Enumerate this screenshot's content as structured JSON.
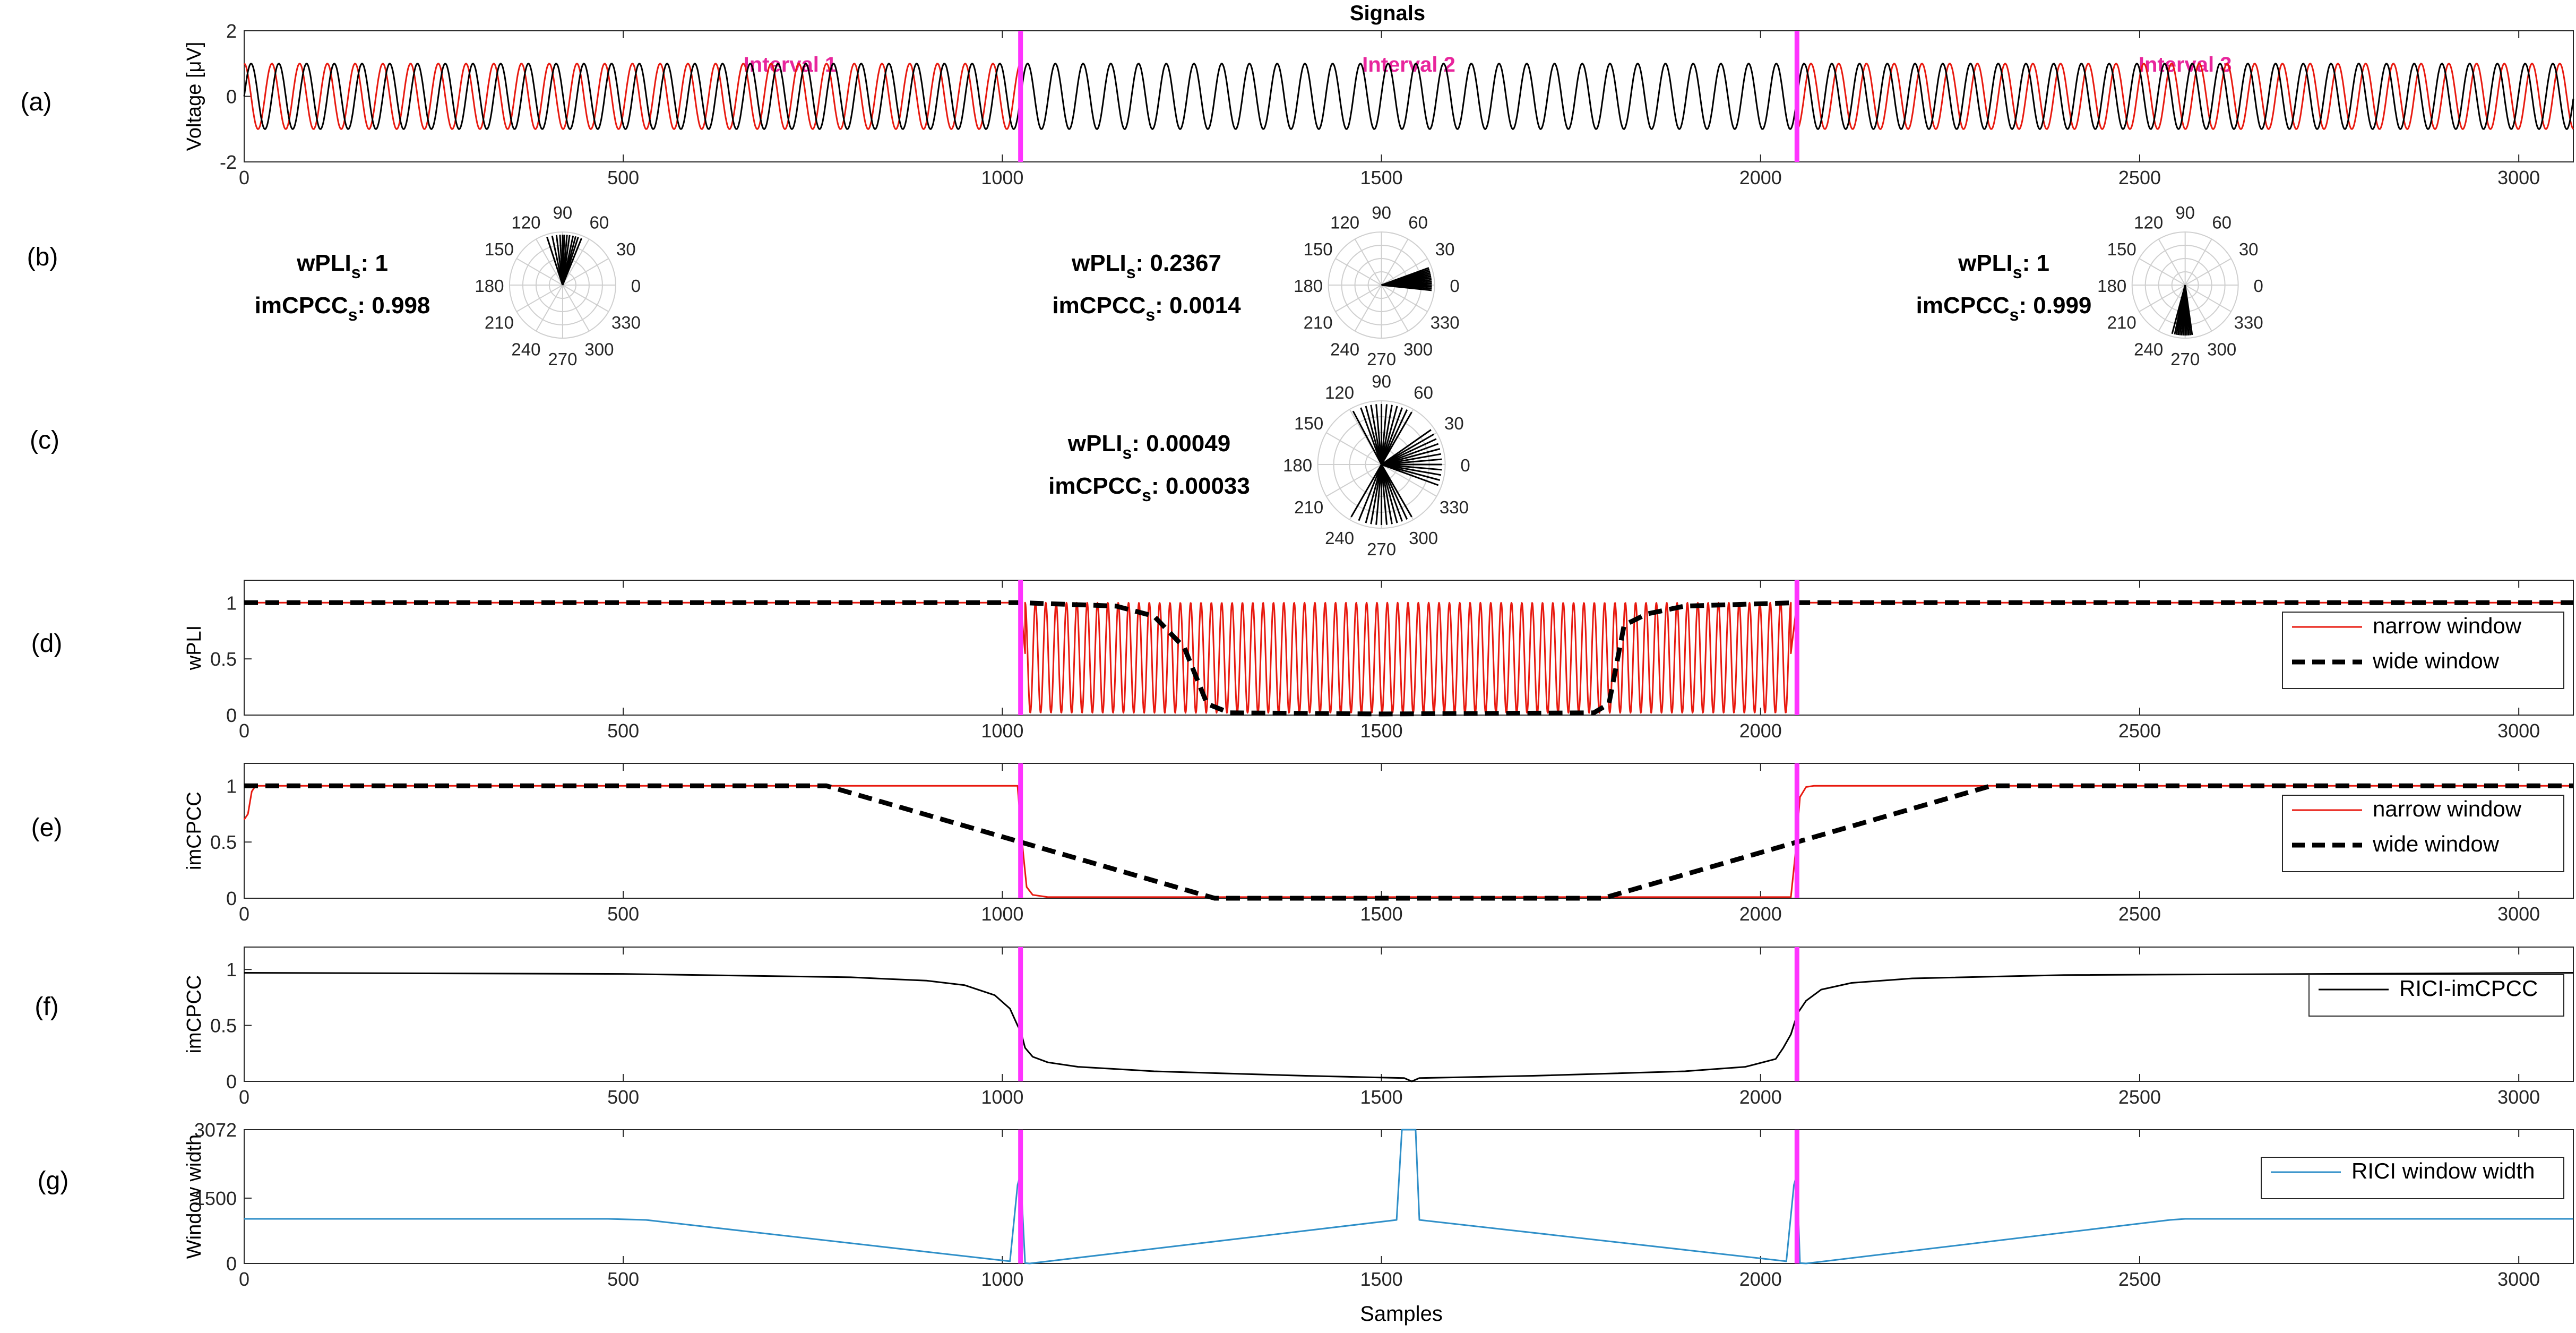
{
  "figure_title": "Signals",
  "panel_labels": [
    "(a)",
    "(b)",
    "(c)",
    "(d)",
    "(e)",
    "(f)",
    "(g)"
  ],
  "common_xlabel": "Samples",
  "colors": {
    "boundary": "#ff33ff",
    "interval_text": "#e8259c",
    "red": "#e8190f",
    "black": "#000000",
    "blue": "#2f8fc8"
  },
  "intervals": [
    {
      "label": "Interval 1",
      "center": 720
    },
    {
      "label": "Interval 2",
      "center": 1536
    },
    {
      "label": "Interval 3",
      "center": 2560
    }
  ],
  "boundaries": [
    1024,
    2048
  ],
  "stats_b": [
    {
      "wpli_label": "wPLI",
      "sub": "s",
      "wpli_value": ": 1",
      "cpcc_label": "imCPCC",
      "cpcc_value": ": 0.998"
    },
    {
      "wpli_label": "wPLI",
      "sub": "s",
      "wpli_value": ": 0.2367",
      "cpcc_label": "imCPCC",
      "cpcc_value": ": 0.0014"
    },
    {
      "wpli_label": "wPLI",
      "sub": "s",
      "wpli_value": ": 1",
      "cpcc_label": "imCPCC",
      "cpcc_value": ": 0.999"
    }
  ],
  "stats_c": {
    "wpli_label": "wPLI",
    "sub": "s",
    "wpli_value": ": 0.00049",
    "cpcc_label": "imCPCC",
    "cpcc_value": ": 0.00033"
  },
  "polar_angle_labels": [
    "0",
    "30",
    "60",
    "90",
    "120",
    "150",
    "180",
    "210",
    "240",
    "270",
    "300",
    "330"
  ],
  "chart_data": [
    {
      "id": "a",
      "type": "line",
      "xlim": [
        0,
        3072
      ],
      "ylim": [
        -2,
        2
      ],
      "xticks": [
        "0",
        "500",
        "1000",
        "1500",
        "2000",
        "2500",
        "3000"
      ],
      "yticks": [
        "-2",
        "0",
        "2"
      ],
      "ylabel": "Voltage [μV]",
      "series": [
        {
          "color": "#000000",
          "amplitude": 1,
          "periods_per_sample": 0.02734,
          "phase_deg": 0
        },
        {
          "color": "#e8190f",
          "amplitude": 1,
          "periods_per_sample": 0.02734,
          "phase_shift_deg": [
            90,
            null,
            270
          ]
        }
      ]
    },
    {
      "id": "b",
      "type": "polar",
      "plots": [
        {
          "center_sample": 420,
          "angles_deg": [
            68,
            72,
            75,
            78,
            82,
            85,
            88,
            90,
            93,
            97,
            102,
            108
          ]
        },
        {
          "center_sample": 1500,
          "angles_deg": [
            -6,
            -4,
            -2,
            0,
            2,
            4,
            6,
            8,
            10,
            12,
            14,
            16,
            18,
            20
          ]
        },
        {
          "center_sample": 2560,
          "angles_deg": [
            -82,
            -84,
            -86,
            -88,
            -90,
            -92,
            -94,
            -96,
            -98,
            -100,
            -102,
            -105
          ]
        }
      ]
    },
    {
      "id": "c",
      "type": "polar",
      "plots": [
        {
          "center_sample": 1500,
          "angles_deg": [
            -120,
            -112,
            -105,
            -100,
            -95,
            -90,
            -85,
            -80,
            -75,
            -70,
            -65,
            -60,
            -20,
            -15,
            -10,
            -5,
            0,
            5,
            10,
            15,
            20,
            25,
            30,
            35,
            60,
            65,
            70,
            75,
            80,
            85,
            90,
            95,
            100,
            105,
            110,
            118
          ]
        }
      ]
    },
    {
      "id": "d",
      "type": "line",
      "xlim": [
        0,
        3072
      ],
      "ylim": [
        0,
        1.2
      ],
      "xticks": [
        "0",
        "500",
        "1000",
        "1500",
        "2000",
        "2500",
        "3000"
      ],
      "yticks": [
        "0",
        "0.5",
        "1"
      ],
      "ylabel": "wPLI",
      "legend": [
        "narrow window",
        "wide window"
      ],
      "series": [
        {
          "name": "narrow window",
          "color": "#e8190f",
          "x": [
            0,
            1024,
            1030,
            2040,
            2048,
            3072
          ],
          "y": [
            1,
            1,
            0.55,
            0.55,
            1,
            1
          ],
          "oscillation": {
            "from": 1030,
            "to": 2040,
            "low": 0.02,
            "high": 1,
            "cycles": 74
          }
        },
        {
          "name": "wide window",
          "color": "#000000",
          "dashed": true,
          "x": [
            0,
            1024,
            1150,
            1200,
            1240,
            1270,
            1300,
            1500,
            1780,
            1800,
            1820,
            1850,
            1900,
            2048,
            3072
          ],
          "y": [
            1,
            1,
            0.97,
            0.88,
            0.6,
            0.1,
            0.02,
            0.01,
            0.02,
            0.1,
            0.8,
            0.9,
            0.97,
            1,
            1
          ]
        }
      ]
    },
    {
      "id": "e",
      "type": "line",
      "xlim": [
        0,
        3072
      ],
      "ylim": [
        0,
        1.2
      ],
      "xticks": [
        "0",
        "500",
        "1000",
        "1500",
        "2000",
        "2500",
        "3000"
      ],
      "yticks": [
        "0",
        "0.5",
        "1"
      ],
      "ylabel": "imCPCC",
      "legend": [
        "narrow window",
        "wide window"
      ],
      "series": [
        {
          "name": "narrow window",
          "color": "#e8190f",
          "x": [
            0,
            5,
            10,
            15,
            25,
            1020,
            1026,
            1032,
            1040,
            1060,
            2040,
            2046,
            2052,
            2060,
            2070,
            3072
          ],
          "y": [
            0.7,
            0.75,
            0.95,
            1,
            1,
            1,
            0.5,
            0.1,
            0.03,
            0.01,
            0.01,
            0.4,
            0.9,
            0.99,
            1,
            1
          ]
        },
        {
          "name": "wide window",
          "color": "#000000",
          "dashed": true,
          "x": [
            0,
            768,
            1280,
            1792,
            2304,
            3072
          ],
          "y": [
            1,
            1,
            0,
            0,
            1,
            1
          ]
        }
      ]
    },
    {
      "id": "f",
      "type": "line",
      "xlim": [
        0,
        3072
      ],
      "ylim": [
        0,
        1.2
      ],
      "xticks": [
        "0",
        "500",
        "1000",
        "1500",
        "2000",
        "2500",
        "3000"
      ],
      "yticks": [
        "0",
        "0.5",
        "1"
      ],
      "ylabel": "imCPCC",
      "legend": [
        "RICI-imCPCC"
      ],
      "series": [
        {
          "name": "RICI-imCPCC",
          "color": "#000000",
          "x": [
            0,
            500,
            800,
            900,
            950,
            990,
            1010,
            1020,
            1024,
            1030,
            1040,
            1060,
            1100,
            1200,
            1400,
            1530,
            1540,
            1550,
            1700,
            1900,
            1980,
            2020,
            2030,
            2040,
            2046,
            2050,
            2060,
            2080,
            2120,
            2200,
            2400,
            3072
          ],
          "y": [
            0.97,
            0.96,
            0.93,
            0.9,
            0.86,
            0.77,
            0.65,
            0.5,
            0.45,
            0.3,
            0.22,
            0.17,
            0.13,
            0.09,
            0.05,
            0.03,
            0.0,
            0.03,
            0.05,
            0.09,
            0.13,
            0.2,
            0.3,
            0.42,
            0.55,
            0.62,
            0.72,
            0.82,
            0.88,
            0.92,
            0.95,
            0.97
          ]
        }
      ]
    },
    {
      "id": "g",
      "type": "line",
      "xlim": [
        0,
        3072
      ],
      "ylim": [
        0,
        3072
      ],
      "xticks": [
        "0",
        "500",
        "1000",
        "1500",
        "2000",
        "2500",
        "3000"
      ],
      "yticks": [
        "0",
        "1500",
        "3072"
      ],
      "ylabel": "Window width",
      "xlabel": "Samples",
      "legend": [
        "RICI window width"
      ],
      "series": [
        {
          "name": "RICI window width",
          "color": "#2f8fc8",
          "x": [
            0,
            480,
            530,
            1010,
            1020,
            1024,
            1030,
            1036,
            1520,
            1527,
            1545,
            1550,
            2034,
            2044,
            2048,
            2052,
            2060,
            2540,
            2560,
            3072
          ],
          "y": [
            1024,
            1024,
            1000,
            50,
            1800,
            2048,
            10,
            0,
            1000,
            3072,
            3072,
            1000,
            50,
            1800,
            2048,
            10,
            0,
            1000,
            1024,
            1024
          ]
        }
      ]
    }
  ]
}
